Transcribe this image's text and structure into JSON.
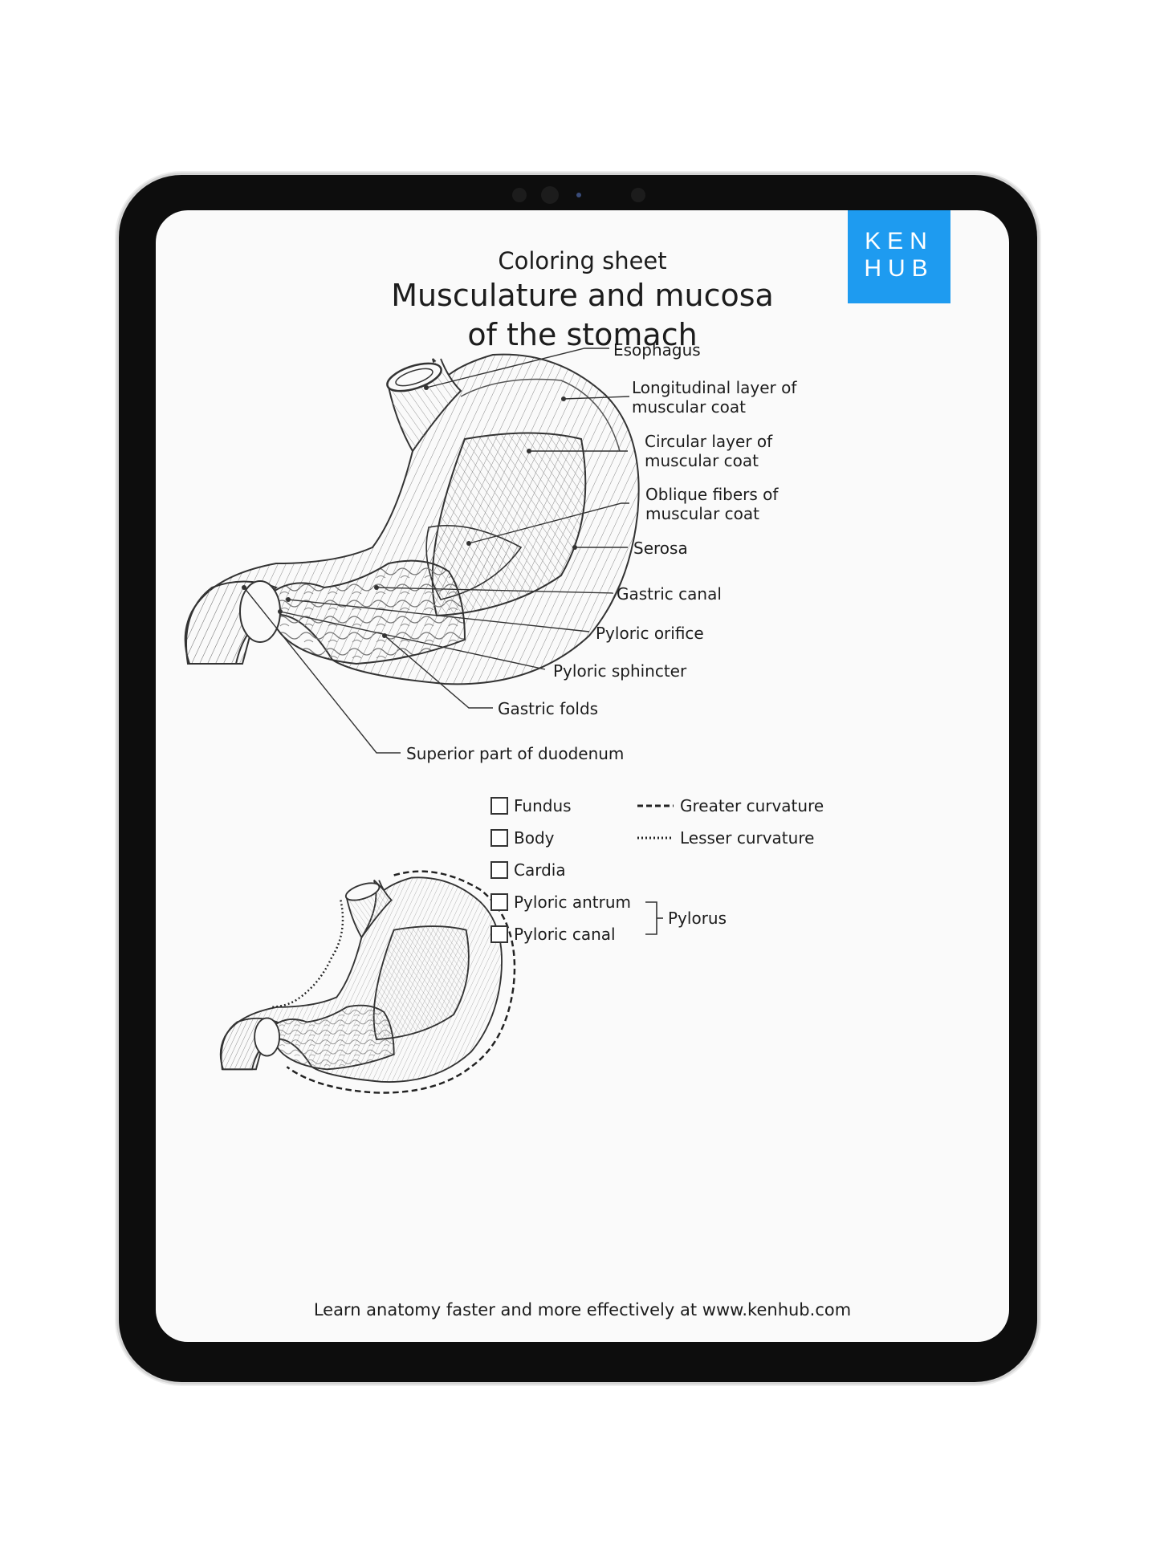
{
  "logo": {
    "line1": "KEN",
    "line2": "HUB",
    "color": "#1e9bf0"
  },
  "header": {
    "subtitle": "Coloring sheet",
    "title_line1": "Musculature and mucosa",
    "title_line2": "of the stomach"
  },
  "labels": {
    "esophagus": "Esophagus",
    "longitudinal": "Longitudinal layer of\nmuscular coat",
    "circular": "Circular layer of\nmuscular coat",
    "oblique": "Oblique fibers of\nmuscular coat",
    "serosa": "Serosa",
    "gastric_canal": "Gastric canal",
    "pyloric_orifice": "Pyloric orifice",
    "pyloric_sphincter": "Pyloric sphincter",
    "gastric_folds": "Gastric folds",
    "duodenum": "Superior part of duodenum"
  },
  "legend": {
    "checkboxes": [
      "Fundus",
      "Body",
      "Cardia",
      "Pyloric antrum",
      "Pyloric canal"
    ],
    "greater_curvature": "Greater curvature",
    "lesser_curvature": "Lesser curvature",
    "pylorus": "Pylorus"
  },
  "footer": "Learn anatomy faster and more effectively at www.kenhub.com"
}
